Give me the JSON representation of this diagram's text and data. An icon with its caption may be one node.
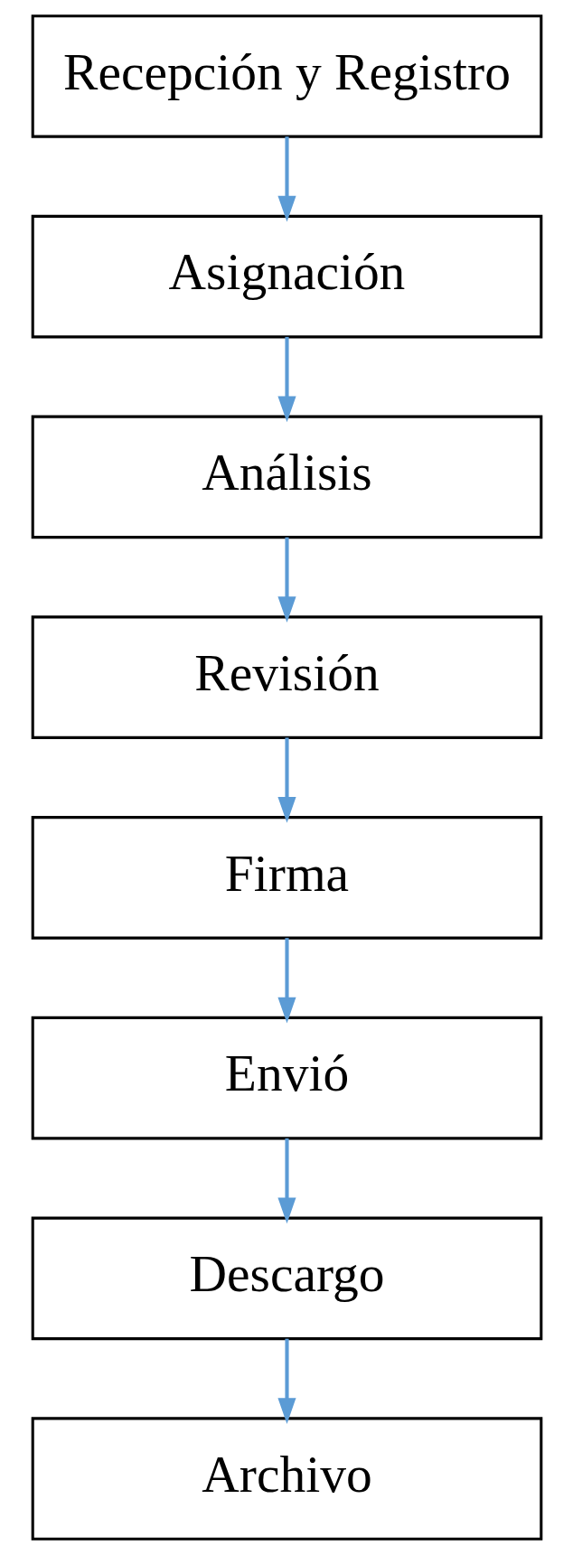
{
  "diagram": {
    "nodes": [
      {
        "text": [
          "Recepción y Registro"
        ]
      },
      {
        "text": [
          "Asignación"
        ]
      },
      {
        "text": [
          "Análisis"
        ]
      },
      {
        "text": [
          "Revisión"
        ]
      },
      {
        "text": [
          "Firma"
        ]
      },
      {
        "text": [
          "Envió"
        ]
      },
      {
        "text": [
          "Descargo"
        ]
      },
      {
        "text": [
          "Archivo"
        ]
      }
    ],
    "edges": [
      {
        "from": 0,
        "to": 1,
        "arrow": "to"
      },
      {
        "from": 1,
        "to": 2,
        "arrow": "to"
      },
      {
        "from": 2,
        "to": 3,
        "arrow": "to"
      },
      {
        "from": 3,
        "to": 4,
        "arrow": "to"
      },
      {
        "from": 4,
        "to": 5,
        "arrow": "to"
      },
      {
        "from": 5,
        "to": 6,
        "arrow": "to"
      },
      {
        "from": 6,
        "to": 7,
        "arrow": "to"
      }
    ]
  }
}
